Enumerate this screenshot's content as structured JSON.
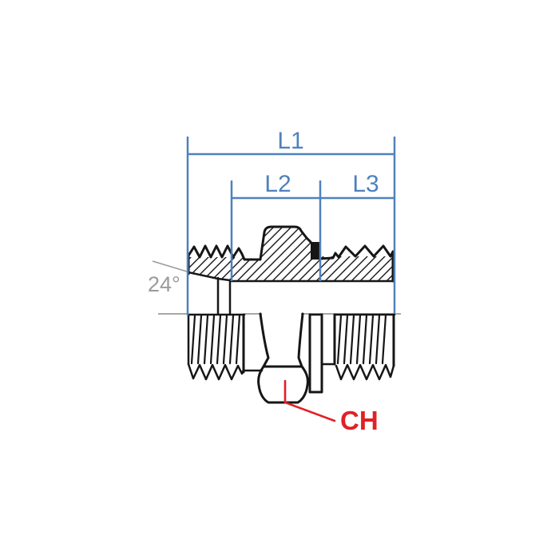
{
  "diagram": {
    "labels": {
      "l1": "L1",
      "l2": "L2",
      "l3": "L3",
      "angle": "24°",
      "hex": "CH"
    },
    "colors": {
      "dimension": "#4f81bd",
      "annotation": "#9b9b9b",
      "callout": "#e02126",
      "outline": "#161616",
      "background": "#ffffff"
    }
  }
}
